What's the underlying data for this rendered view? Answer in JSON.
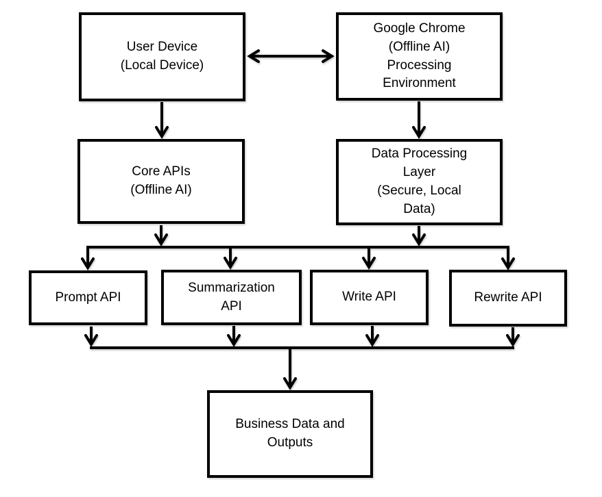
{
  "diagram": {
    "background_color": "#ffffff",
    "stroke_color": "#000000",
    "text_color": "#000000",
    "nodes": {
      "user_device": {
        "label": "User Device\n(Local Device)"
      },
      "google_chrome": {
        "label": "Google Chrome\n(Offline AI)\nProcessing\nEnvironment"
      },
      "core_apis": {
        "label": "Core APIs\n(Offline AI)"
      },
      "data_processing": {
        "label": "Data Processing\nLayer\n(Secure, Local\nData)"
      },
      "prompt_api": {
        "label": "Prompt API"
      },
      "summarization_api": {
        "label": "Summarization\nAPI"
      },
      "write_api": {
        "label": "Write API"
      },
      "rewrite_api": {
        "label": "Rewrite API"
      },
      "business_data": {
        "label": "Business Data and\nOutputs"
      }
    },
    "edges": [
      {
        "from": "user_device",
        "to": "google_chrome",
        "type": "bidirectional"
      },
      {
        "from": "user_device",
        "to": "core_apis",
        "type": "arrow"
      },
      {
        "from": "google_chrome",
        "to": "data_processing",
        "type": "arrow"
      },
      {
        "from": "core_apis",
        "to": "api_branch_line",
        "type": "arrow"
      },
      {
        "from": "data_processing",
        "to": "api_branch_line",
        "type": "arrow"
      },
      {
        "from": "api_branch_line",
        "to": "prompt_api",
        "type": "arrow"
      },
      {
        "from": "api_branch_line",
        "to": "summarization_api",
        "type": "arrow"
      },
      {
        "from": "api_branch_line",
        "to": "write_api",
        "type": "arrow"
      },
      {
        "from": "api_branch_line",
        "to": "rewrite_api",
        "type": "arrow"
      },
      {
        "from": "prompt_api",
        "to": "merge_line",
        "type": "arrow"
      },
      {
        "from": "summarization_api",
        "to": "merge_line",
        "type": "arrow"
      },
      {
        "from": "write_api",
        "to": "merge_line",
        "type": "arrow"
      },
      {
        "from": "rewrite_api",
        "to": "merge_line",
        "type": "arrow"
      },
      {
        "from": "merge_line",
        "to": "business_data",
        "type": "arrow"
      }
    ]
  }
}
